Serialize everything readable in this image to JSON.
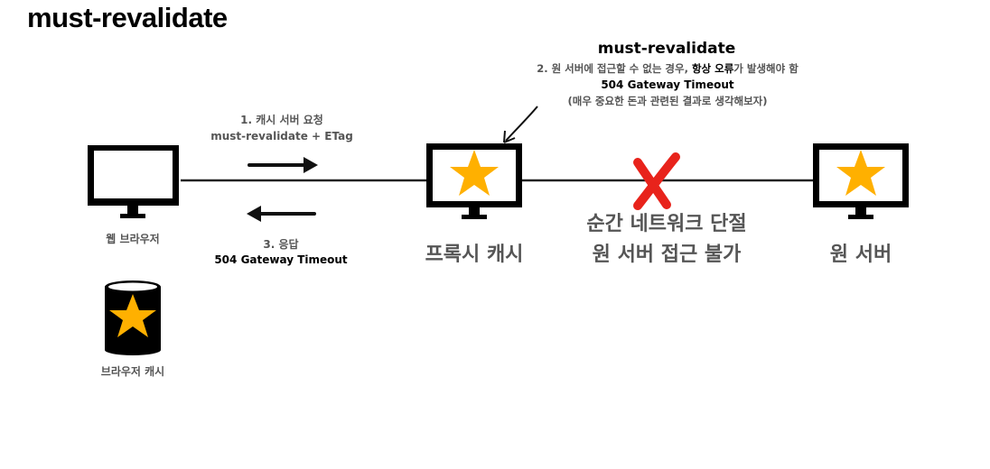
{
  "title": "must-revalidate",
  "note": {
    "title": "must-revalidate",
    "line1_prefix": "2. 원 서버에 접근할 수 없는 경우, ",
    "line1_highlight": "항상 오류",
    "line1_suffix": "가 발생해야 함",
    "line2": "504 Gateway Timeout",
    "line3": "(매우 중요한 돈과 관련된 결과로 생각해보자)"
  },
  "request": {
    "line1": "1. 캐시 서버 요청",
    "line2": "must-revalidate + ETag"
  },
  "response": {
    "line1": "3. 응답",
    "line2": "504 Gateway Timeout"
  },
  "nodes": {
    "browser_label": "웹 브라우저",
    "proxy_label": "프록시 캐시",
    "origin_label": "원 서버",
    "browser_cache_label": "브라우저 캐시"
  },
  "failure": {
    "line1": "순간 네트워크 단절",
    "line2": "원 서버 접근 불가"
  },
  "colors": {
    "star": "#FFB000",
    "cross": "#E8231B",
    "monitor": "#000000"
  }
}
